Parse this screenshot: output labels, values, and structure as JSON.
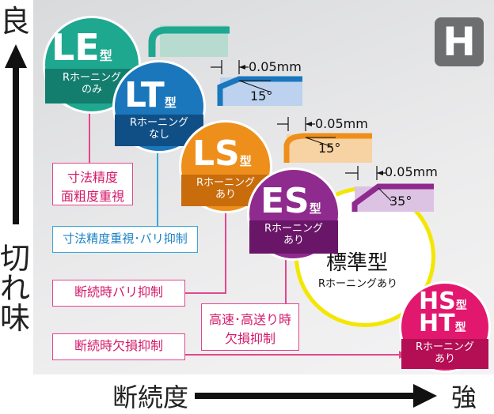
{
  "axis": {
    "y_top": "良",
    "y_bottom_1": "切",
    "y_bottom_2": "れ",
    "y_bottom_3": "味",
    "x_left": "断続度",
    "x_right": "強"
  },
  "badge": "H",
  "chips": {
    "le": {
      "name": "LE",
      "suffix": "型",
      "line1": "Rホーニング",
      "line2": "のみ",
      "color": "#1fa890"
    },
    "lt": {
      "name": "LT",
      "suffix": "型",
      "line1": "Rホーニング",
      "line2": "なし",
      "color": "#1b77bc"
    },
    "ls": {
      "name": "LS",
      "suffix": "型",
      "line1": "Rホーニング",
      "line2": "あり",
      "color": "#ee8f1b"
    },
    "es": {
      "name": "ES",
      "suffix": "型",
      "line1": "Rホーニング",
      "line2": "あり",
      "color": "#8f2a8e"
    },
    "hs": {
      "name1": "HS",
      "name2": "HT",
      "suffix": "型",
      "line1": "Rホーニング",
      "line2": "あり",
      "color": "#e2186e"
    },
    "std": {
      "name": "標準型",
      "sub": "Rホーニングあり"
    }
  },
  "edges": {
    "lt": {
      "dim": "0.05mm",
      "angle": "15°"
    },
    "ls": {
      "dim": "0.05mm",
      "angle": "15°"
    },
    "es": {
      "dim": "0.05mm",
      "angle": "35°"
    }
  },
  "boxes": {
    "b1_l1": "寸法精度",
    "b1_l2": "面粗度重視",
    "b2": "寸法精度重視･バリ抑制",
    "b3": "断続時バリ抑制",
    "b4_l1": "高速･高送り時",
    "b4_l2": "欠損抑制",
    "b5": "断続時欠損抑制"
  }
}
